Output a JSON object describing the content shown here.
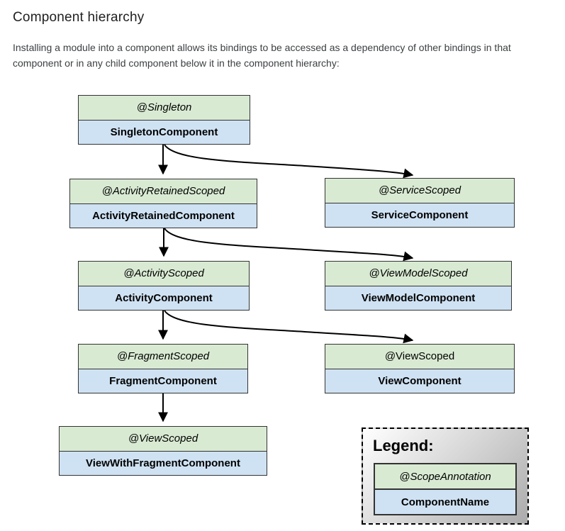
{
  "page": {
    "title": "Component hierarchy",
    "description": "Installing a module into a component allows its bindings to be accessed as a dependency of other bindings in that component or in any child component below it in the component hierarchy:"
  },
  "colors": {
    "scope_bg": "#d9ead3",
    "component_bg": "#cfe2f3",
    "box_border": "#333333",
    "arrow": "#000000",
    "legend_grad_start": "#ffffff",
    "legend_grad_end": "#ababab"
  },
  "diagram": {
    "nodes": [
      {
        "scope": "@Singleton",
        "name": "SingletonComponent",
        "scope_italic": true
      },
      {
        "scope": "@ActivityRetainedScoped",
        "name": "ActivityRetainedComponent",
        "scope_italic": true
      },
      {
        "scope": "@ServiceScoped",
        "name": "ServiceComponent",
        "scope_italic": true
      },
      {
        "scope": "@ActivityScoped",
        "name": "ActivityComponent",
        "scope_italic": true
      },
      {
        "scope": "@ViewModelScoped",
        "name": "ViewModelComponent",
        "scope_italic": true
      },
      {
        "scope": "@FragmentScoped",
        "name": "FragmentComponent",
        "scope_italic": true
      },
      {
        "scope": "@ViewScoped",
        "name": "ViewComponent",
        "scope_italic": false
      },
      {
        "scope": "@ViewScoped",
        "name": "ViewWithFragmentComponent",
        "scope_italic": true
      }
    ],
    "edges": [
      {
        "from": "SingletonComponent",
        "to": "ActivityRetainedComponent"
      },
      {
        "from": "SingletonComponent",
        "to": "ServiceComponent"
      },
      {
        "from": "ActivityRetainedComponent",
        "to": "ActivityComponent"
      },
      {
        "from": "ActivityRetainedComponent",
        "to": "ViewModelComponent"
      },
      {
        "from": "ActivityComponent",
        "to": "FragmentComponent"
      },
      {
        "from": "ActivityComponent",
        "to": "ViewComponent"
      },
      {
        "from": "FragmentComponent",
        "to": "ViewWithFragmentComponent"
      }
    ]
  },
  "legend": {
    "title": "Legend:",
    "scope_label": "@ScopeAnnotation",
    "component_label": "ComponentName"
  }
}
